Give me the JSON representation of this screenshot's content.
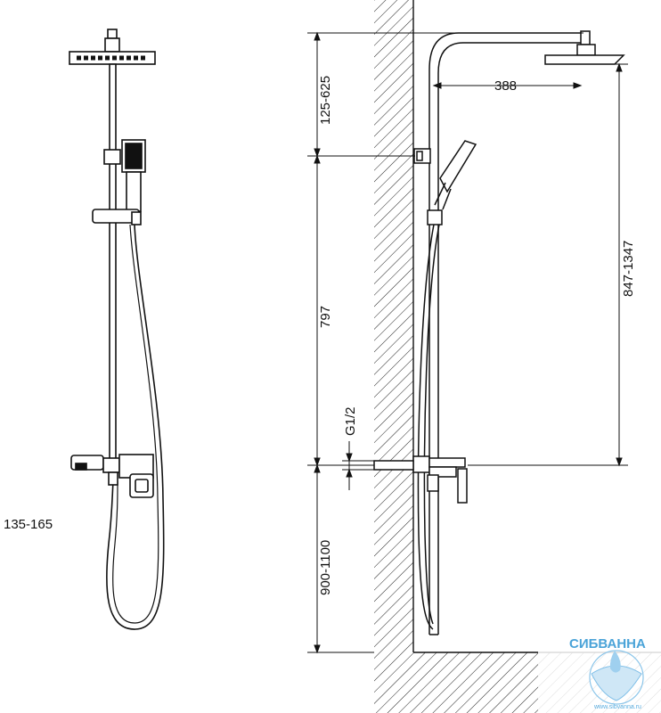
{
  "dimensions": {
    "wall_spacing": "135-165",
    "rail_adjust": "125-625",
    "head_projection": "388",
    "head_height": "847-1347",
    "rail_height": "797",
    "inlet_thread": "G1/2",
    "mixer_height": "900-1100"
  },
  "watermark": {
    "brand": "СИБВАННА",
    "url": "www.sibvanna.ru"
  }
}
